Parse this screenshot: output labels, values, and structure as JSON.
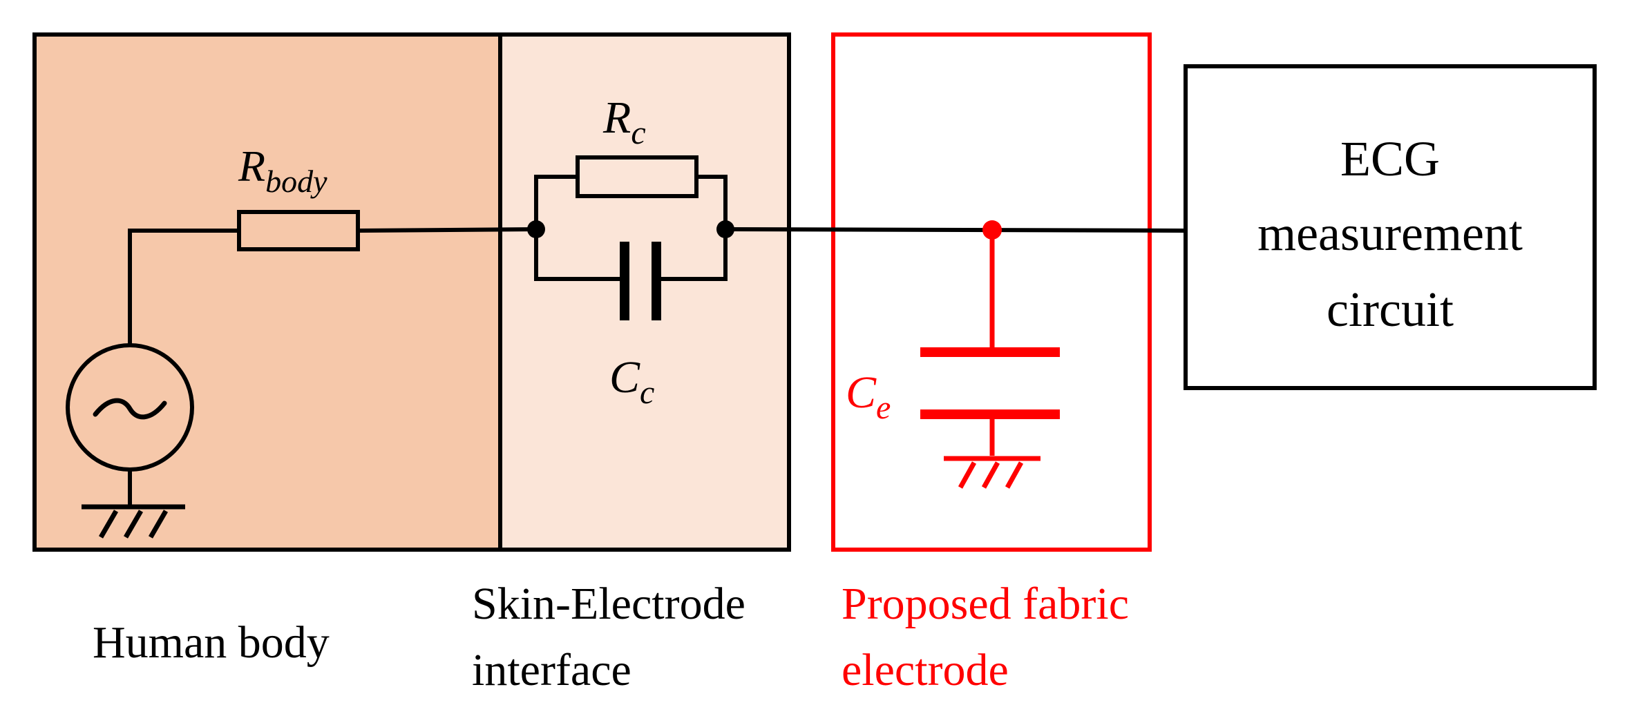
{
  "colors": {
    "human_body_fill": "#f6c8aa",
    "interface_fill": "#fbe5d8",
    "wire": "#000000",
    "highlight": "#ff0000",
    "background": "#ffffff"
  },
  "sections": {
    "human_body": {
      "caption": "Human body",
      "components": {
        "source_icon": "ac-voltage-source-icon",
        "ground_icon": "ground-icon",
        "resistor": {
          "symbol": "R",
          "subscript": "body"
        }
      }
    },
    "skin_electrode_interface": {
      "caption_line1": "Skin-Electrode",
      "caption_line2": "interface",
      "components": {
        "resistor": {
          "symbol": "R",
          "subscript": "c"
        },
        "capacitor": {
          "symbol": "C",
          "subscript": "c"
        }
      }
    },
    "fabric_electrode": {
      "caption_line1": "Proposed fabric",
      "caption_line2": "electrode",
      "components": {
        "capacitor": {
          "symbol": "C",
          "subscript": "e"
        },
        "ground_icon": "ground-icon"
      }
    },
    "ecg_circuit": {
      "line1": "ECG",
      "line2": "measurement",
      "line3": "circuit"
    }
  }
}
